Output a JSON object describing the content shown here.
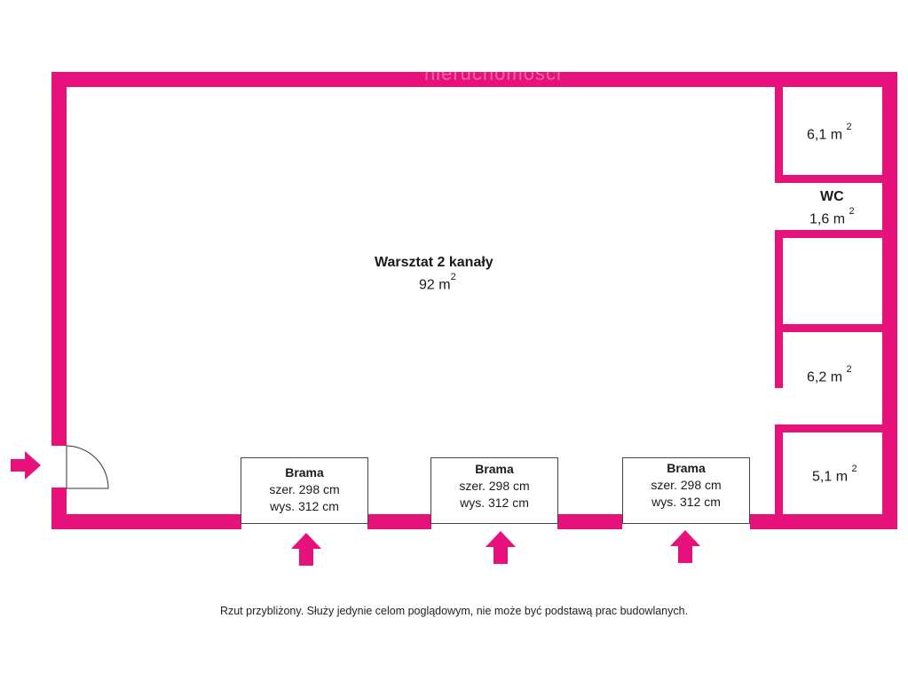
{
  "watermark": "nieruchomości",
  "colors": {
    "wall": "#e6117a",
    "background": "#ffffff"
  },
  "main_room": {
    "name": "Warsztat  2 kanały",
    "area": "92 m",
    "unit_sup": "2"
  },
  "rooms": [
    {
      "area": "6,1 m",
      "unit_sup": "2"
    },
    {
      "name": "WC",
      "area": "1,6 m",
      "unit_sup": "2"
    },
    {
      "area": "6,2 m",
      "unit_sup": "2"
    },
    {
      "area": "5,1 m",
      "unit_sup": "2"
    }
  ],
  "gates": [
    {
      "title": "Brama",
      "width": "szer. 298 cm",
      "height": "wys. 312 cm"
    },
    {
      "title": "Brama",
      "width": "szer. 298 cm",
      "height": "wys. 312 cm"
    },
    {
      "title": "Brama",
      "width": "szer. 298 cm",
      "height": "wys. 312 cm"
    }
  ],
  "icons": [
    "entrance-arrow-icon",
    "gate-arrow-icon",
    "door-swing-icon"
  ],
  "disclaimer": "Rzut przybliżony. Służy jedynie celom poglądowym, nie może być podstawą prac budowlanych."
}
